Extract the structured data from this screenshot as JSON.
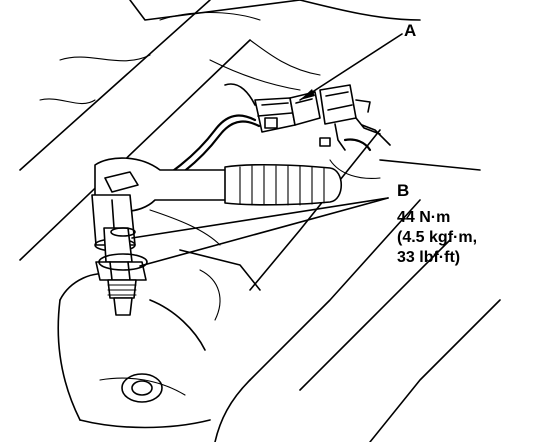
{
  "callouts": {
    "a": {
      "letter": "A"
    },
    "b": {
      "letter": "B",
      "torque_line1": "44 N·m",
      "torque_line2": "(4.5 kgf·m,",
      "torque_line3": "33 lbf·ft)"
    }
  },
  "colors": {
    "ink": "#000000",
    "paper": "#ffffff"
  }
}
